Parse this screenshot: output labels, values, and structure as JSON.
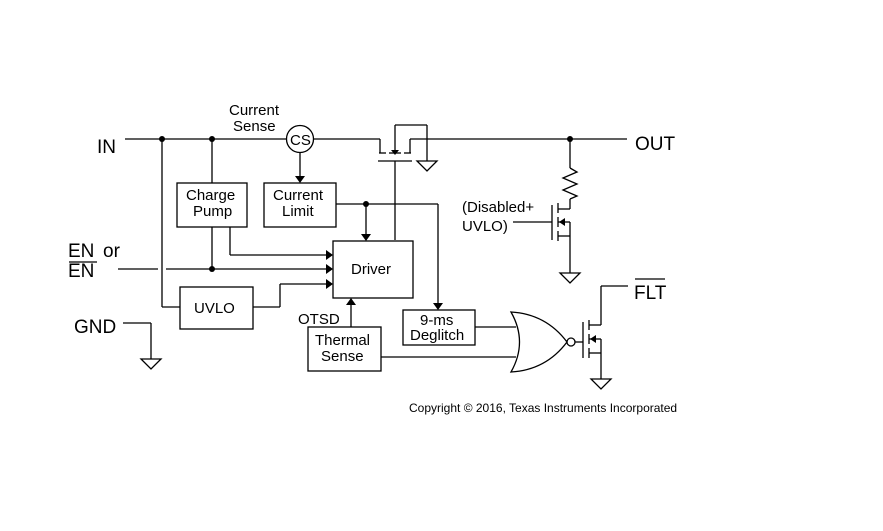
{
  "diagram": {
    "pins": {
      "in": "IN",
      "out": "OUT",
      "en": "EN",
      "en_or": "or",
      "en_bar": "EN",
      "gnd": "GND",
      "flt": "FLT"
    },
    "labels": {
      "current_sense_line1": "Current",
      "current_sense_line2": "Sense",
      "cs": "CS",
      "otsd": "OTSD",
      "disabled_line1": "(Disabled+",
      "disabled_line2": "UVLO)"
    },
    "blocks": {
      "charge_pump_line1": "Charge",
      "charge_pump_line2": "Pump",
      "current_limit_line1": "Current",
      "current_limit_line2": "Limit",
      "driver": "Driver",
      "uvlo": "UVLO",
      "deglitch_line1": "9-ms",
      "deglitch_line2": "Deglitch",
      "thermal_line1": "Thermal",
      "thermal_line2": "Sense"
    },
    "copyright": "Copyright © 2016, Texas Instruments Incorporated"
  }
}
